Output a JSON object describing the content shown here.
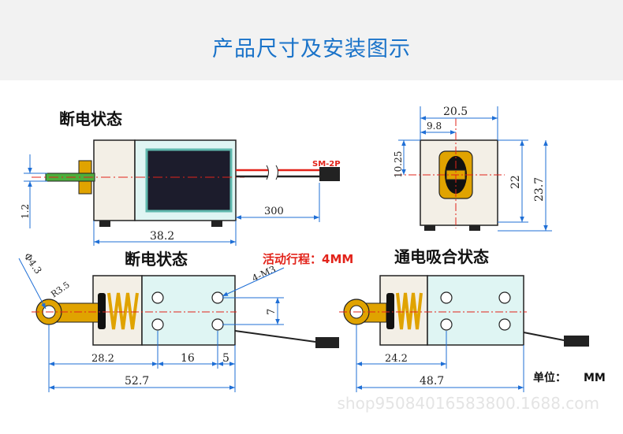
{
  "header": {
    "title": "产品尺寸及安装图示"
  },
  "views": {
    "top_left_title": "断电状态",
    "bottom_left_title": "断电状态",
    "bottom_right_title": "通电吸合状态",
    "stroke_label": "活动行程：4MM",
    "unit_label": "单位：",
    "unit_value": "MM",
    "connector_label": "SM-2P"
  },
  "dimensions": {
    "top_length": "38.2",
    "wire_length": "300",
    "shaft_offset": "1.2",
    "end_width": "20.5",
    "end_center": "9.8",
    "end_hole_v": "10.25",
    "end_h_inner": "22",
    "end_h_outer": "23.7",
    "hole_dia": "Φ4.3",
    "hole_radius": "R3.5",
    "mount_screw": "4-M3",
    "hole_spacing_v": "7",
    "off_a": "28.2",
    "off_b": "16",
    "off_c": "5",
    "off_total": "52.7",
    "on_a": "24.2",
    "on_total": "48.7"
  },
  "colors": {
    "title_blue": "#1a73c9",
    "body_face": "#dff5f3",
    "side_face": "#f3efe6",
    "dim_blue": "#1f6fd6",
    "center_red": "#e2231a",
    "spring_gold": "#e0a300",
    "plunger_green": "#4cae3c",
    "coil_dark": "#1c1c2c",
    "label_red": "#e2231a"
  },
  "watermark": "shop95084016583800.1688.com"
}
